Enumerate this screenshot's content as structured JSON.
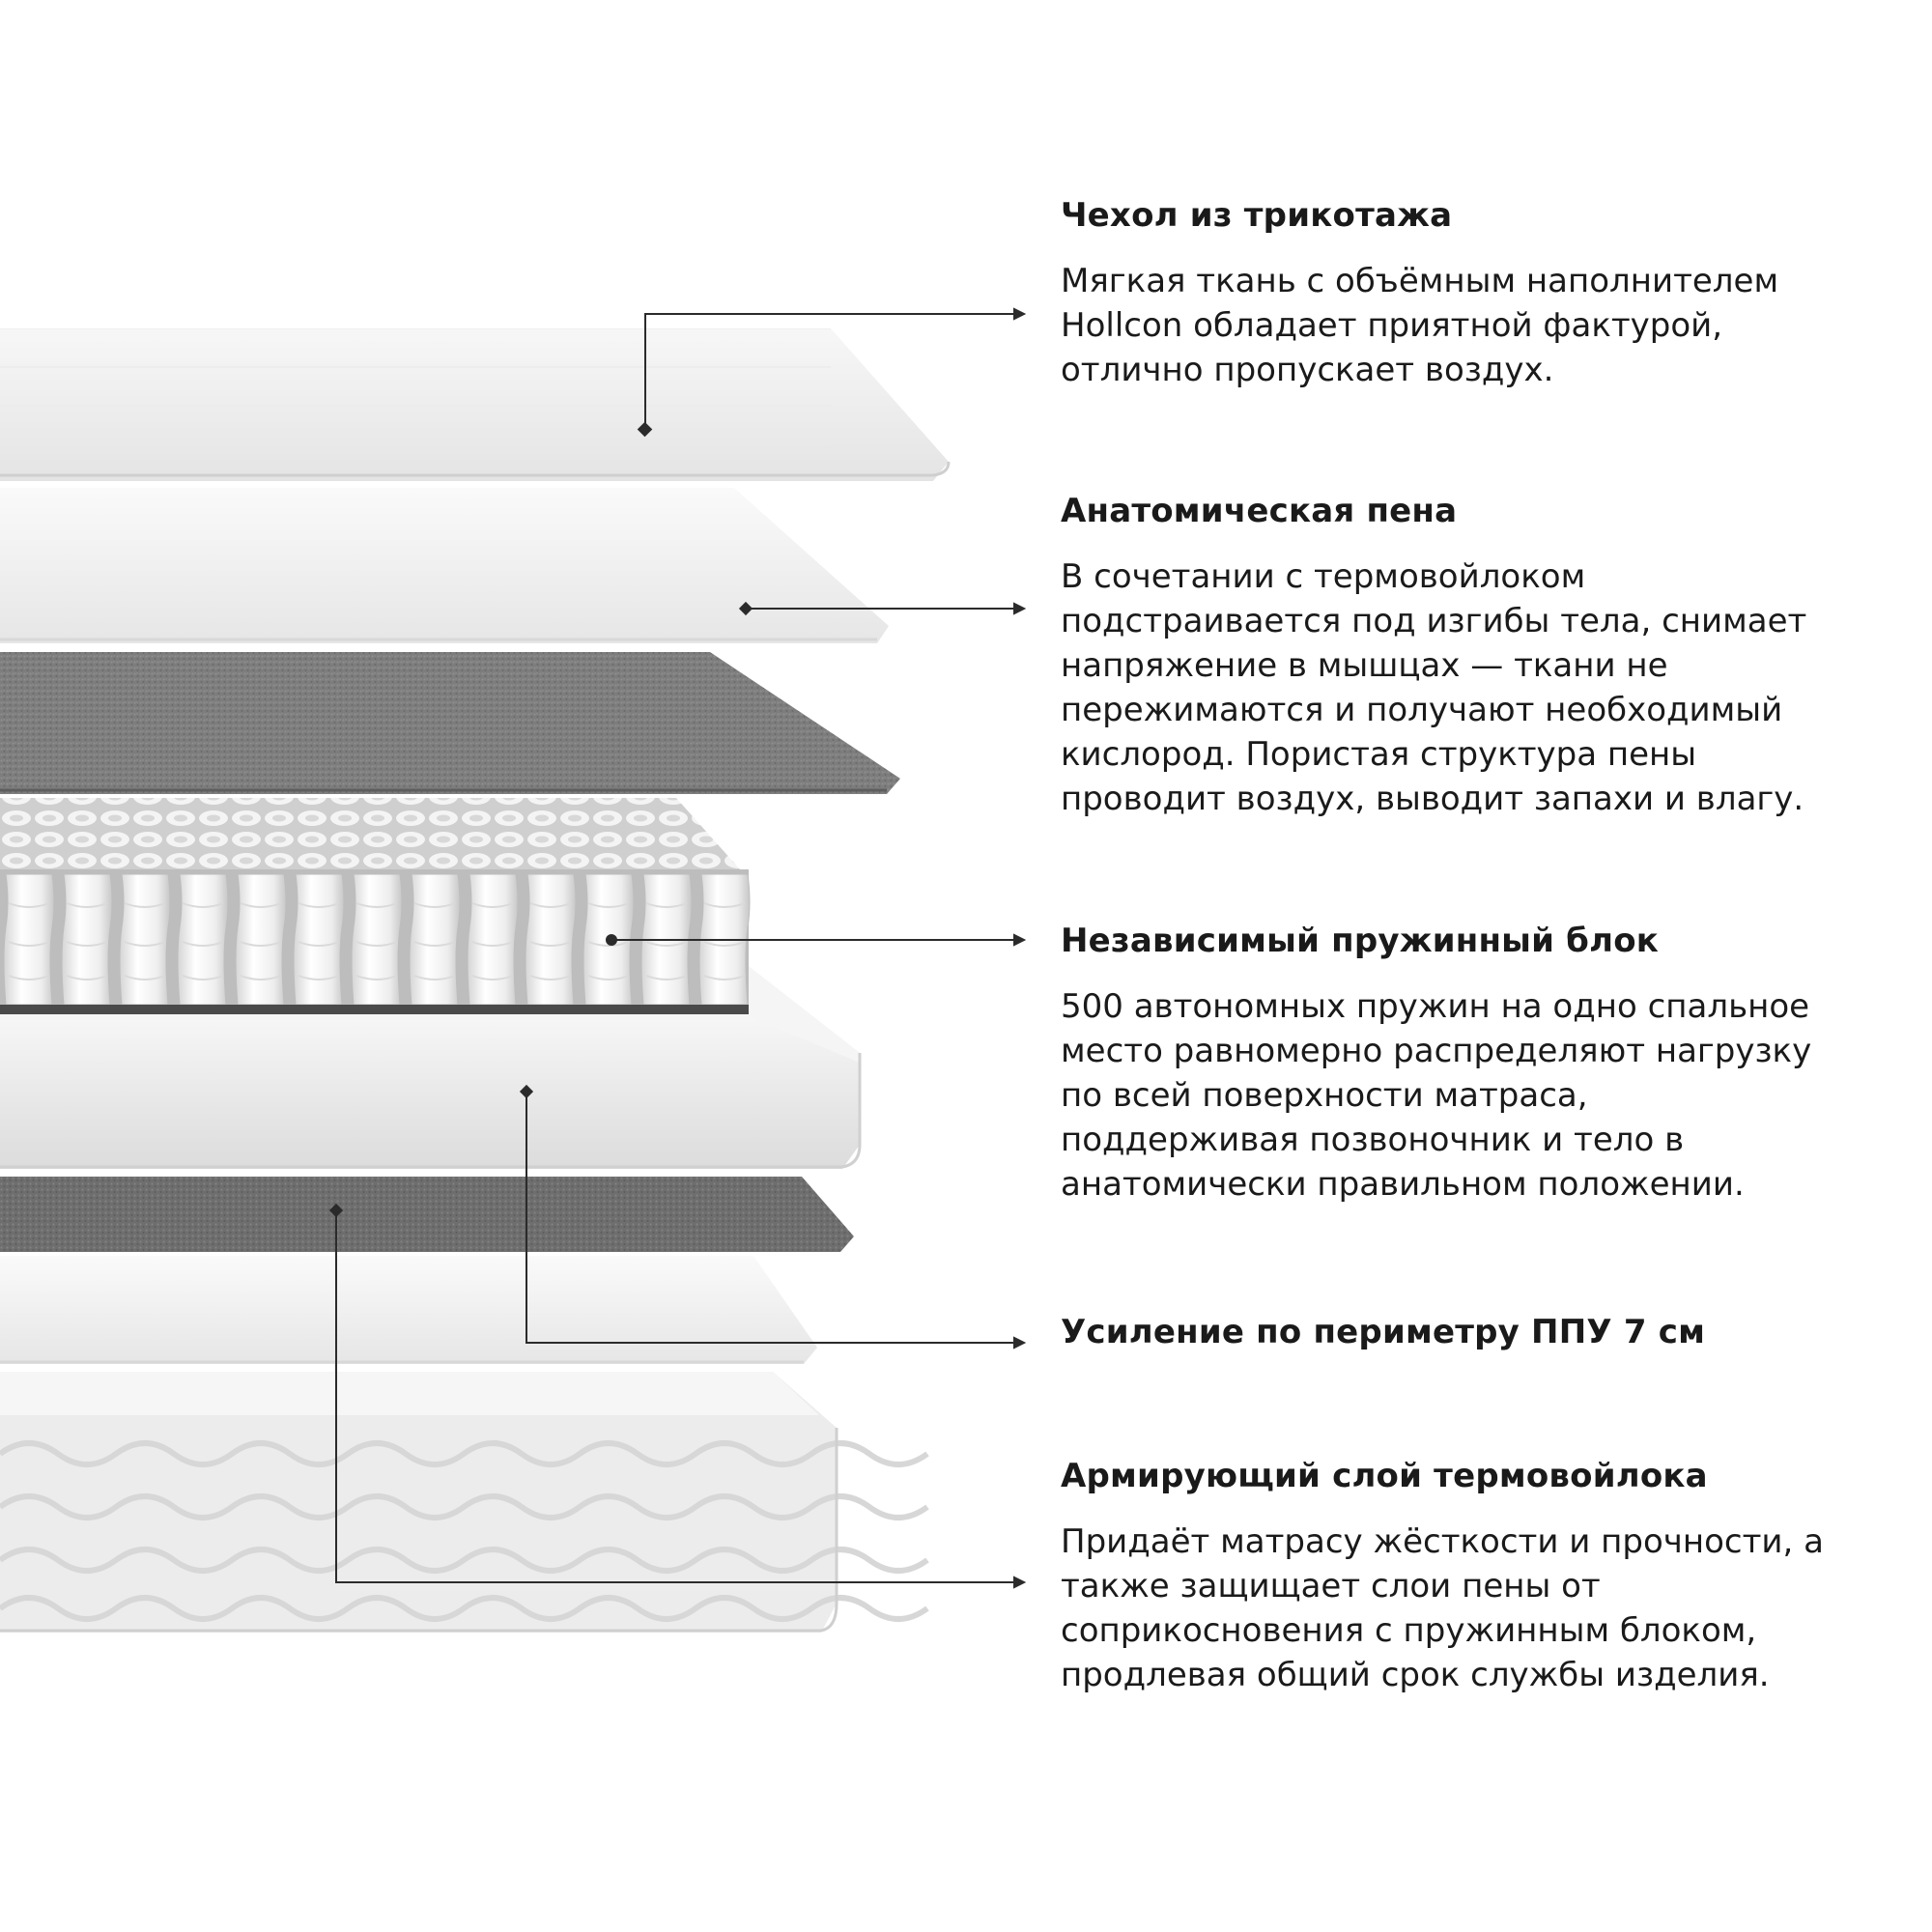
{
  "features": [
    {
      "title": "Чехол из трикотажа",
      "description": "Мягкая ткань с объёмным наполнителем\nHollcon обладает приятной фактурой,\nотлично пропускает воздух."
    },
    {
      "title": "Анатомическая пена",
      "description": "В сочетании с термовойлоком\nподстраивается под изгибы тела, снимает\nнапряжение в мышцах — ткани не\nпережимаются и получают необходимый\nкислород. Пористая структура пены\nпроводит воздух, выводит запахи и влагу."
    },
    {
      "title": "Независимый пружинный блок",
      "description": "500 автономных пружин на одно спальное\nместо равномерно распределяют нагрузку\nпо всей поверхности матраса,\nподдерживая позвоночник и тело в\nанатомически правильном положении."
    },
    {
      "title": "Усиление по периметру ППУ 7 см",
      "description": ""
    },
    {
      "title": "Армирующий слой термовойлока",
      "description": "Придаёт матрасу жёсткости и прочности, а\nтакже защищает слои пены от\nсоприкосновения с пружинным блоком,\nпродлевая общий срок службы изделия."
    }
  ],
  "colors": {
    "background": "#ffffff",
    "text": "#1a1a1a",
    "callout_line": "#2b2b2b",
    "foam_white": "#f2f2f2",
    "felt_gray": "#7b7b7b"
  }
}
